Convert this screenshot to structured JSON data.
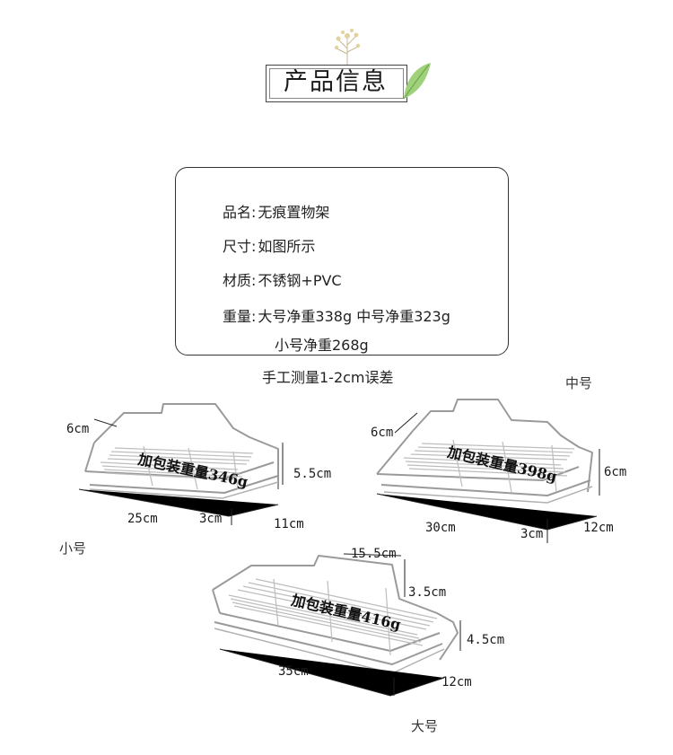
{
  "header": {
    "title": "产品信息"
  },
  "info": {
    "rows": [
      {
        "key": "品名:",
        "value": "无痕置物架"
      },
      {
        "key": "尺寸:",
        "value": "如图所示"
      },
      {
        "key": "材质:",
        "value": "不锈钢+PVC"
      },
      {
        "key": "重量:",
        "value": "大号净重338g 中号净重323g"
      }
    ],
    "weight_line2": "小号净重268g"
  },
  "note": "手工测量1-2cm误差",
  "small": {
    "label": "小号",
    "weight": "加包装重量346g",
    "dims": {
      "height_left": "6cm",
      "height_right": "5.5cm",
      "length": "25cm",
      "gap": "3cm",
      "depth": "11cm"
    }
  },
  "medium": {
    "label": "中号",
    "weight": "加包装重量398g",
    "dims": {
      "height_left": "6cm",
      "height_right": "6cm",
      "length": "30cm",
      "gap": "3cm",
      "depth": "12cm"
    }
  },
  "large": {
    "label": "大号",
    "weight": "加包装重量416g",
    "dims": {
      "top_width": "15.5cm",
      "top_height": "3.5cm",
      "height_right": "4.5cm",
      "length": "35cm",
      "depth": "12cm"
    }
  },
  "colors": {
    "wire": "#9a9a9a",
    "line": "#222222",
    "leaf": "#8fc46a",
    "flower": "#d8c79a"
  }
}
